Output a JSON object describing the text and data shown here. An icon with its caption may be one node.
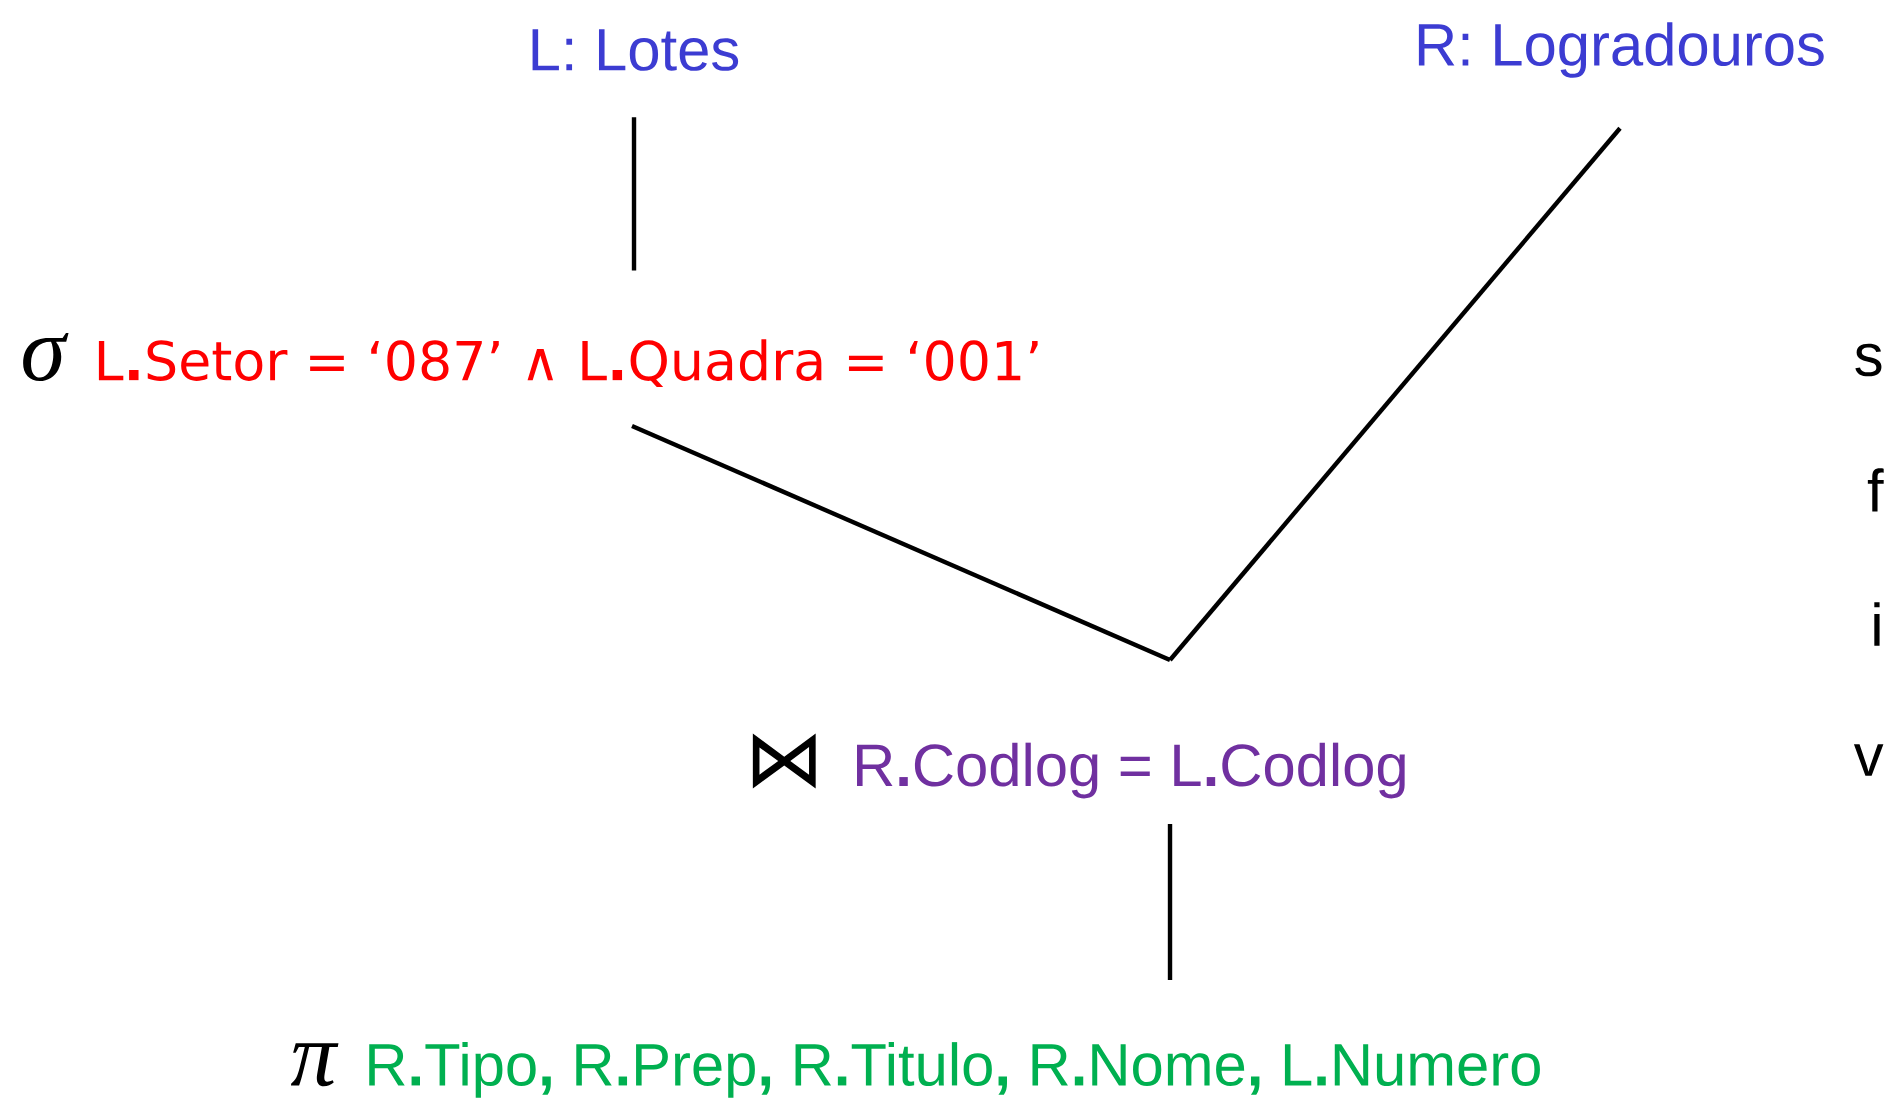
{
  "diagram": {
    "nodes": [
      {
        "text": [
          "L: Lotes"
        ]
      },
      {
        "text": [
          "R: Logradouros"
        ]
      },
      {
        "text": [
          "σ",
          "L**.**Setor = ‘087’ ∧ L**.**Quadra = ‘001’"
        ]
      },
      {
        "text": [
          "⋈",
          "R**.**Codlog = L**.**Codlog"
        ]
      },
      {
        "text": [
          "π",
          "R**.**Tipo**,** R**.**Prep**,** R**.**Titulo**,** R**.**Nome**,** L**.**Numero"
        ]
      }
    ],
    "edges": [
      {
        "from": 0,
        "to": 2,
        "arrow": "none"
      },
      {
        "from": 2,
        "to": 3,
        "arrow": "none"
      },
      {
        "from": 1,
        "to": 3,
        "arrow": "none"
      },
      {
        "from": 3,
        "to": 4,
        "arrow": "none"
      }
    ],
    "labels": [
      "s",
      "f",
      "i",
      "v"
    ]
  }
}
